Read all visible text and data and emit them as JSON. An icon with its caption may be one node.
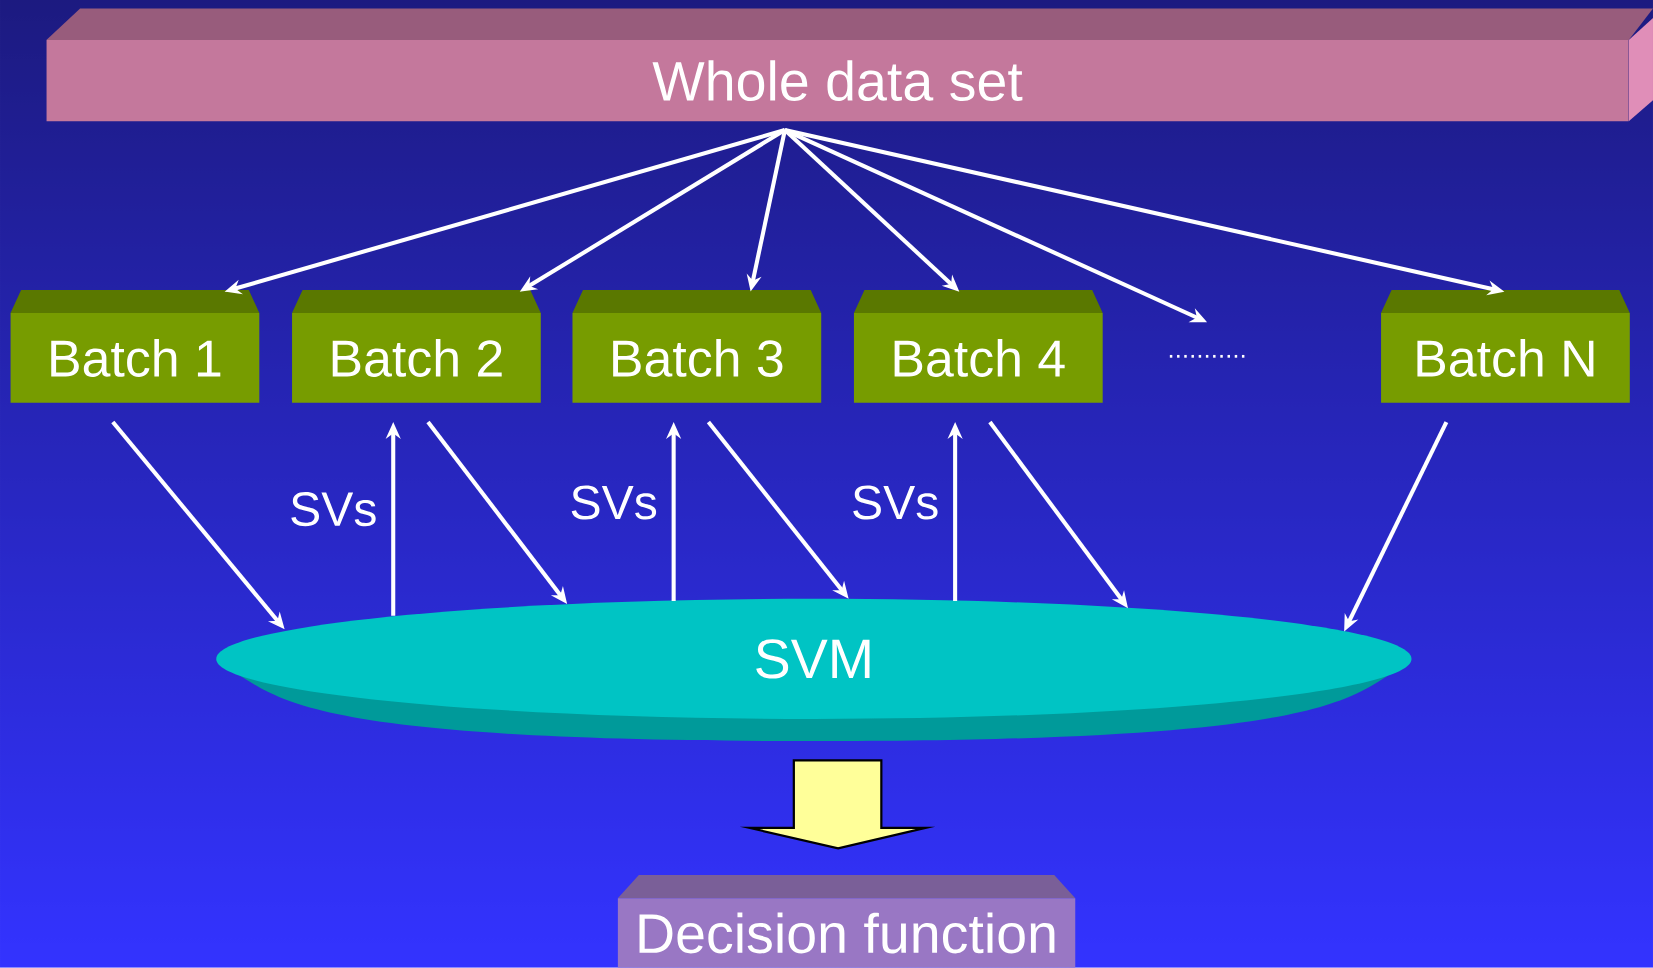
{
  "diagram": {
    "nodes": [
      {
        "text": [
          "Whole data set"
        ]
      },
      {
        "text": [
          "Batch 1"
        ]
      },
      {
        "text": [
          "Batch 2"
        ]
      },
      {
        "text": [
          "Batch 3"
        ]
      },
      {
        "text": [
          "Batch 4"
        ]
      },
      {
        "text": [
          "..........."
        ]
      },
      {
        "text": [
          "Batch N"
        ]
      },
      {
        "text": [
          "SVM"
        ]
      },
      {
        "text": [
          "Decision function"
        ]
      }
    ],
    "edges": [
      {
        "from": 0,
        "to": 1,
        "arrow": "to"
      },
      {
        "from": 0,
        "to": 2,
        "arrow": "to"
      },
      {
        "from": 0,
        "to": 3,
        "arrow": "to"
      },
      {
        "from": 0,
        "to": 4,
        "arrow": "to"
      },
      {
        "from": 0,
        "to": 5,
        "arrow": "to"
      },
      {
        "from": 0,
        "to": 6,
        "arrow": "to"
      },
      {
        "from": 1,
        "to": 7,
        "arrow": "to"
      },
      {
        "from": 7,
        "to": 2,
        "arrow": "to",
        "label": "SVs"
      },
      {
        "from": 2,
        "to": 7,
        "arrow": "to"
      },
      {
        "from": 7,
        "to": 3,
        "arrow": "to",
        "label": "SVs"
      },
      {
        "from": 3,
        "to": 7,
        "arrow": "to"
      },
      {
        "from": 7,
        "to": 4,
        "arrow": "to",
        "label": "SVs"
      },
      {
        "from": 4,
        "to": 7,
        "arrow": "to"
      },
      {
        "from": 6,
        "to": 7,
        "arrow": "to"
      },
      {
        "from": 7,
        "to": 8,
        "arrow": "to",
        "style": "thick",
        "color": "#ffff99"
      }
    ]
  }
}
